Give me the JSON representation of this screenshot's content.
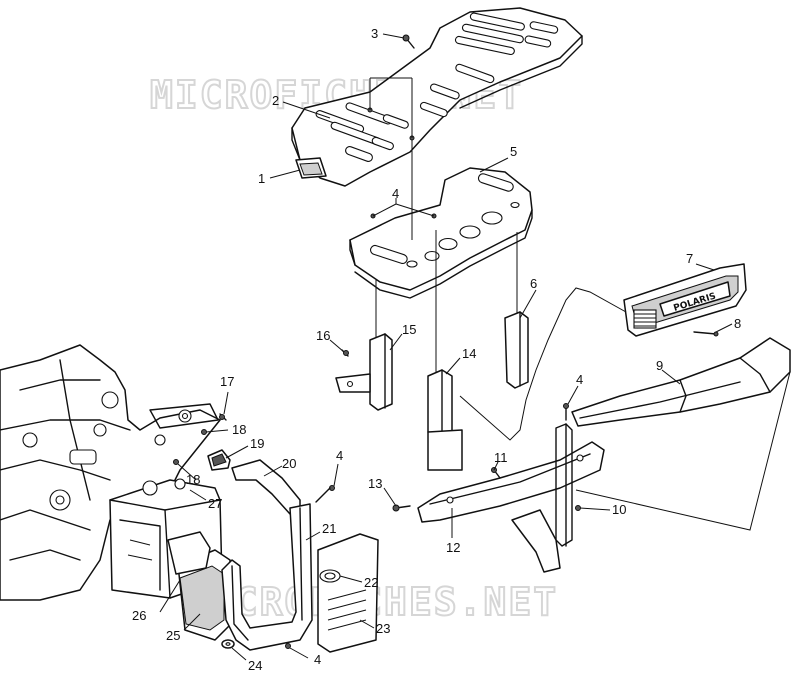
{
  "watermarks": [
    "MICROFICHES.NET",
    "MICROFICHES.NET"
  ],
  "callouts": [
    {
      "id": "c1",
      "text": "1"
    },
    {
      "id": "c2",
      "text": "2"
    },
    {
      "id": "c3",
      "text": "3"
    },
    {
      "id": "c4a",
      "text": "4"
    },
    {
      "id": "c5",
      "text": "5"
    },
    {
      "id": "c6",
      "text": "6"
    },
    {
      "id": "c7",
      "text": "7"
    },
    {
      "id": "c8",
      "text": "8"
    },
    {
      "id": "c9",
      "text": "9"
    },
    {
      "id": "c4b",
      "text": "4"
    },
    {
      "id": "c10",
      "text": "10"
    },
    {
      "id": "c11",
      "text": "11"
    },
    {
      "id": "c12",
      "text": "12"
    },
    {
      "id": "c13",
      "text": "13"
    },
    {
      "id": "c14",
      "text": "14"
    },
    {
      "id": "c15",
      "text": "15"
    },
    {
      "id": "c16",
      "text": "16"
    },
    {
      "id": "c17",
      "text": "17"
    },
    {
      "id": "c18a",
      "text": "18"
    },
    {
      "id": "c18b",
      "text": "18"
    },
    {
      "id": "c19",
      "text": "19"
    },
    {
      "id": "c20",
      "text": "20"
    },
    {
      "id": "c4c",
      "text": "4"
    },
    {
      "id": "c21",
      "text": "21"
    },
    {
      "id": "c22",
      "text": "22"
    },
    {
      "id": "c23",
      "text": "23"
    },
    {
      "id": "c4d",
      "text": "4"
    },
    {
      "id": "c24",
      "text": "24"
    },
    {
      "id": "c25",
      "text": "25"
    },
    {
      "id": "c26",
      "text": "26"
    },
    {
      "id": "c27",
      "text": "27"
    }
  ],
  "grille_text": "POLARIS"
}
